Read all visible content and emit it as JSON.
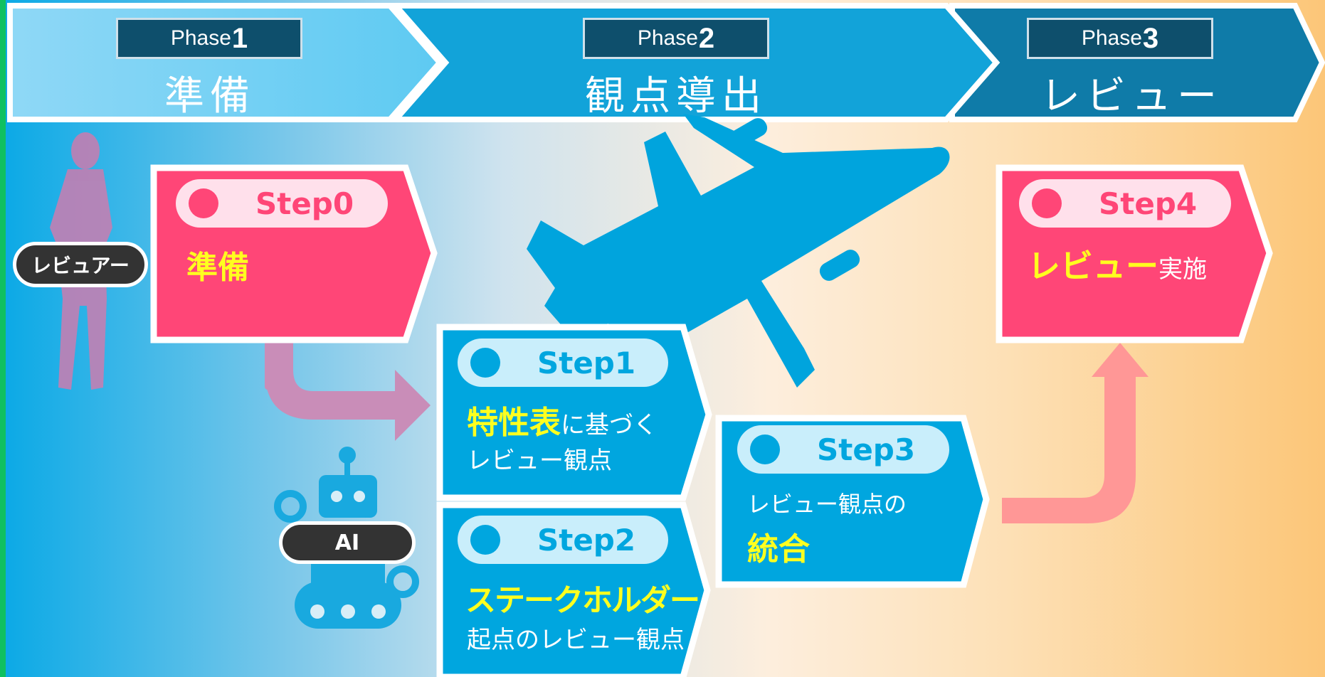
{
  "phases": [
    {
      "prefix": "Phase",
      "number": "1",
      "title": "準備"
    },
    {
      "prefix": "Phase",
      "number": "2",
      "title": "観点導出"
    },
    {
      "prefix": "Phase",
      "number": "3",
      "title": "レビュー"
    }
  ],
  "roles": {
    "reviewer": "レビュアー",
    "ai": "AI"
  },
  "steps": {
    "step0": {
      "label": "Step0",
      "highlight": "準備"
    },
    "step1": {
      "label": "Step1",
      "highlight": "特性表",
      "text1": "に基づく",
      "text2": "レビュー観点"
    },
    "step2": {
      "label": "Step2",
      "highlight": "ステークホルダー",
      "text2": "起点のレビュー観点"
    },
    "step3": {
      "label": "Step3",
      "text1": "レビュー観点の",
      "highlight": "統合"
    },
    "step4": {
      "label": "Step4",
      "highlight": "レビュー",
      "text1": "実施"
    }
  },
  "colors": {
    "pink": "#ff4677",
    "blue": "#00a6df",
    "highlight": "#ffff1f",
    "phase1": "#5ecaf2",
    "phase2": "#12a3d9",
    "phase3": "#0f7ba8"
  },
  "icons": [
    "reviewer-silhouette-icon",
    "robot-icon",
    "airplane-icon"
  ]
}
